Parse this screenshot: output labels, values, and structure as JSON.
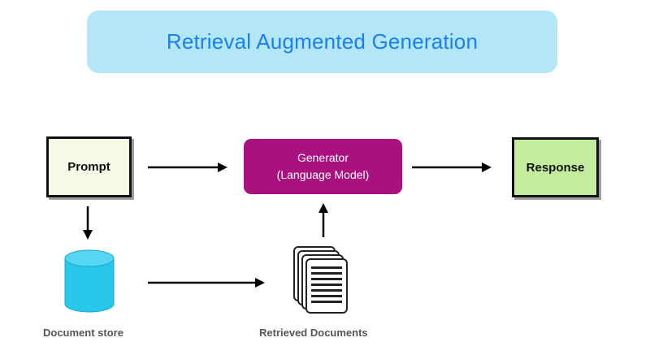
{
  "title": "Retrieval Augmented Generation",
  "nodes": {
    "prompt": "Prompt",
    "generator_line1": "Generator",
    "generator_line2": "(Language Model)",
    "response": "Response"
  },
  "captions": {
    "document_store": "Document store",
    "retrieved_documents": "Retrieved Documents"
  },
  "icons": {
    "document_store": "database-cylinder-icon",
    "retrieved_documents": "document-stack-icon"
  },
  "colors": {
    "title_text": "#1a7ff0",
    "title_background": "#b3e7f8",
    "prompt_fill": "#f5f9e6",
    "generator_fill": "#a9127e",
    "response_fill": "#c3ec9c",
    "database_fill": "#29c7ea"
  }
}
